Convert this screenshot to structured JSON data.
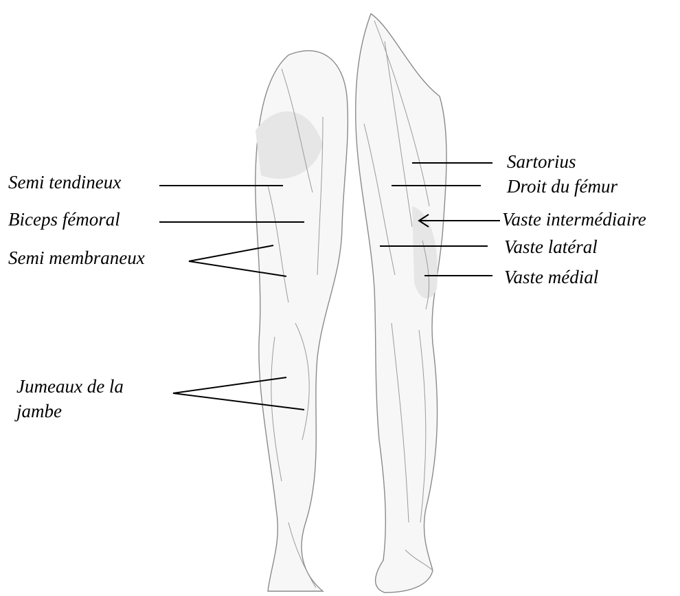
{
  "labels": {
    "semi_tendineux": "Semi tendineux",
    "biceps_femoral": "Biceps fémoral",
    "semi_membraneux": "Semi membraneux",
    "jumeaux": "Jumeaux de la jambe",
    "sartorius": "Sartorius",
    "droit_du_femur": "Droit du fémur",
    "vaste_intermediaire": "Vaste intermédiaire",
    "vaste_lateral": "Vaste latéral",
    "vaste_medial": "Vaste médial"
  }
}
